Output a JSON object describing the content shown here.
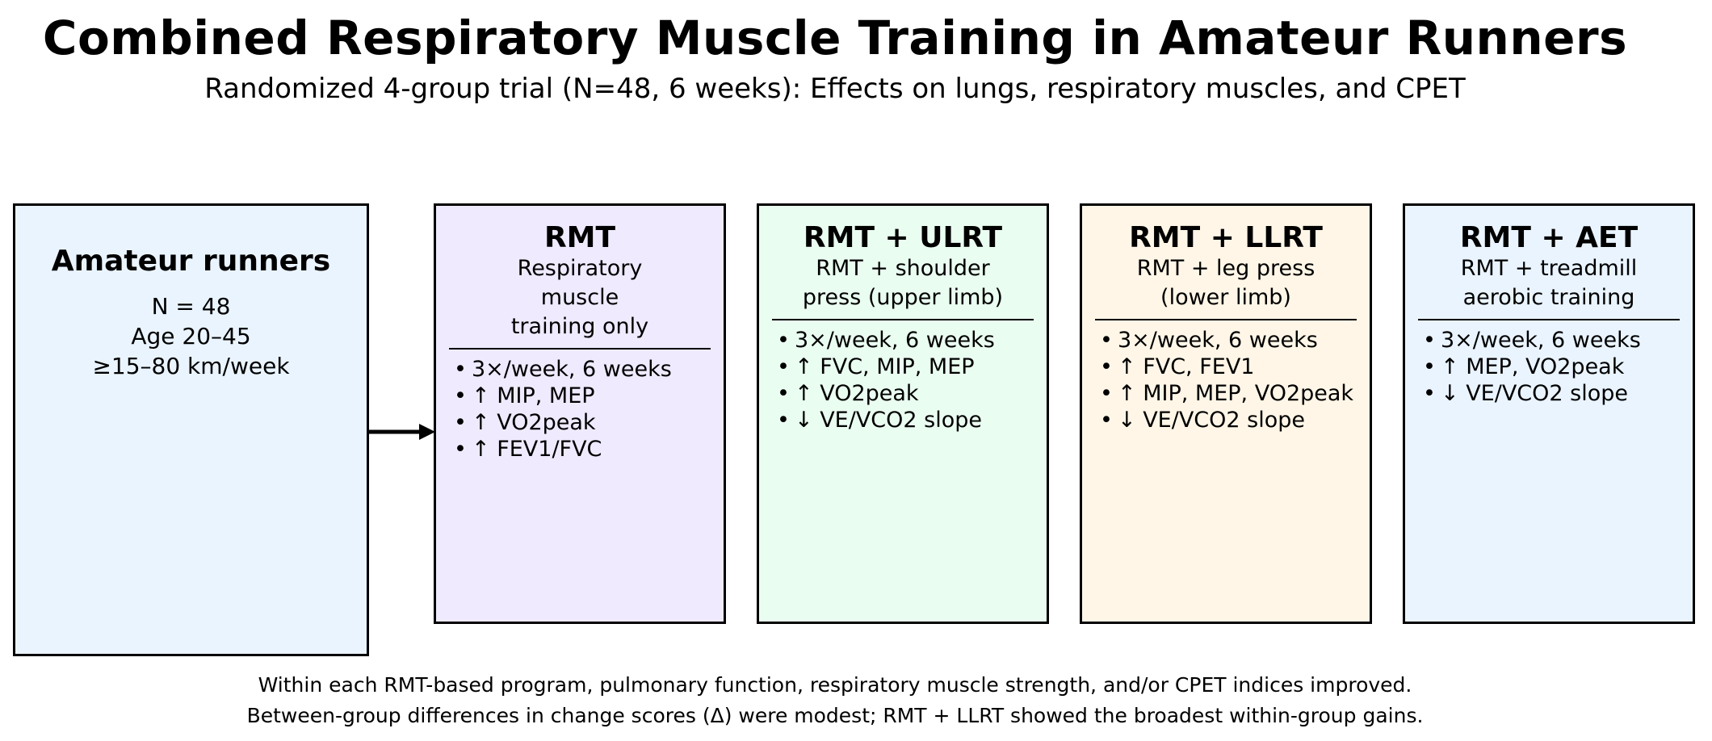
{
  "header": {
    "title": "Combined Respiratory Muscle Training in Amateur Runners",
    "subtitle": "Randomized 4-group trial (N=48, 6 weeks): Effects on lungs, respiratory muscles, and CPET"
  },
  "source": {
    "title": "Amateur runners",
    "lines": [
      "N = 48",
      "Age 20–45",
      "≥15–80 km/week"
    ]
  },
  "groups": [
    {
      "title": "RMT",
      "description": "Respiratory muscle training only",
      "color": "#efeafe",
      "items": [
        "3×/week, 6 weeks",
        "↑ MIP, MEP",
        "↑ VO2peak",
        "↑ FEV1/FVC"
      ]
    },
    {
      "title": "RMT + ULRT",
      "description": "RMT + shoulder press (upper limb)",
      "color": "#eafdf1",
      "items": [
        "3×/week, 6 weeks",
        "↑ FVC, MIP, MEP",
        "↑ VO2peak",
        "↓ VE/VCO2 slope"
      ]
    },
    {
      "title": "RMT + LLRT",
      "description": "RMT + leg press (lower limb)",
      "color": "#fff6e7",
      "items": [
        "3×/week, 6 weeks",
        "↑ FVC, FEV1",
        "↑ MIP, MEP, VO2peak",
        "↓ VE/VCO2 slope"
      ]
    },
    {
      "title": "RMT + AET",
      "description": "RMT + treadmill aerobic training",
      "color": "#eaf4ff",
      "items": [
        "3×/week, 6 weeks",
        "↑ MEP, VO2peak",
        "↓ VE/VCO2 slope"
      ]
    }
  ],
  "footer": {
    "line1": "Within each RMT-based program, pulmonary function, respiratory muscle strength, and/or CPET indices improved.",
    "line2": "Between-group differences in change scores (Δ) were modest; RMT + LLRT showed the broadest within-group gains."
  }
}
